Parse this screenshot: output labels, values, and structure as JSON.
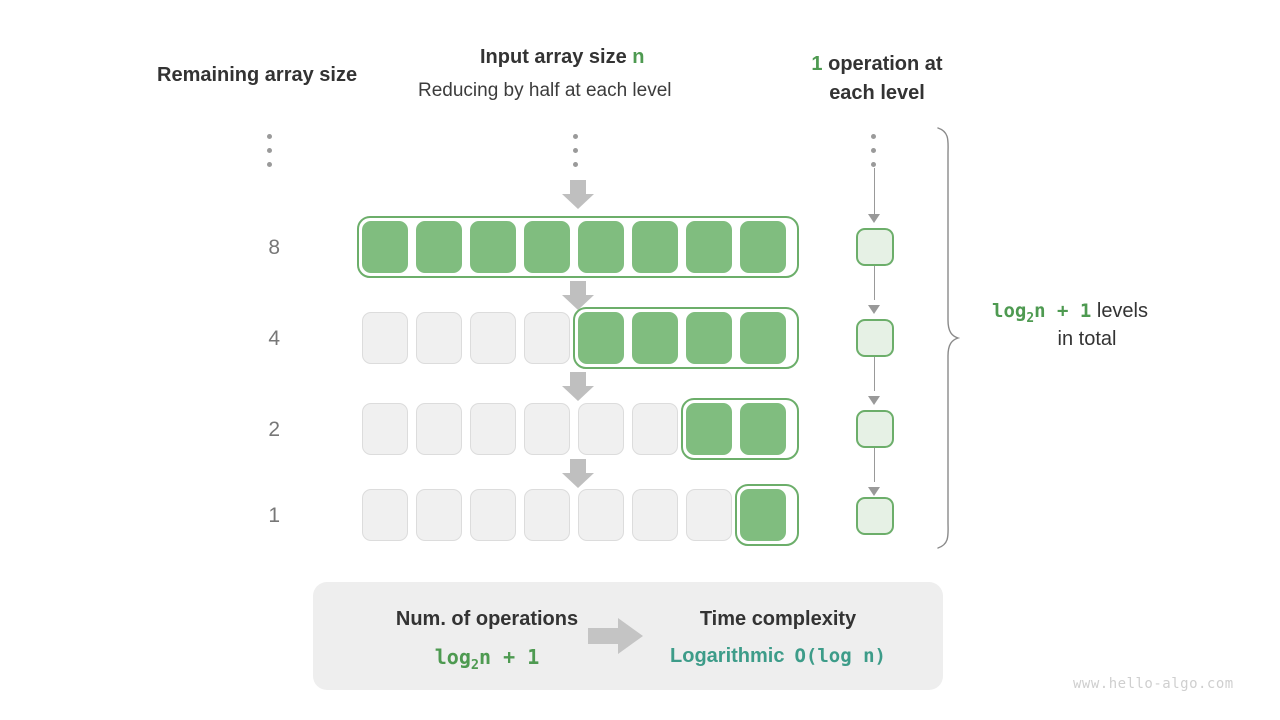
{
  "headers": {
    "remaining": "Remaining array size",
    "input_title_prefix": "Input array size ",
    "input_title_var": "n",
    "input_subtitle": "Reducing by half at each level",
    "ops_count": "1",
    "ops_title_rest": " operation at each level"
  },
  "colors": {
    "green_fill": "#80bd7f",
    "green_border": "#6cae6a",
    "green_text": "#4e9a51",
    "light_green_fill": "#e6f1e5",
    "empty_fill": "#f0f0f0",
    "empty_border": "#dcdcdc",
    "arrow_gray": "#bfbfbf",
    "teal": "#3d9c89",
    "panel_bg": "#eeeeee",
    "label_gray": "#777777"
  },
  "levels_note": {
    "formula": "log₂n + 1",
    "word": " levels",
    "line2": "in total"
  },
  "rows": [
    {
      "label": "8",
      "total_cells": 8,
      "filled": 8,
      "filled_start": 0
    },
    {
      "label": "4",
      "total_cells": 8,
      "filled": 4,
      "filled_start": 4
    },
    {
      "label": "2",
      "total_cells": 8,
      "filled": 2,
      "filled_start": 6
    },
    {
      "label": "1",
      "total_cells": 8,
      "filled": 1,
      "filled_start": 7
    }
  ],
  "operations": [
    {
      "level": "8",
      "count": 1
    },
    {
      "level": "4",
      "count": 1
    },
    {
      "level": "2",
      "count": 1
    },
    {
      "level": "1",
      "count": 1
    }
  ],
  "summary": {
    "left_title": "Num. of operations",
    "left_value": "log₂n + 1",
    "right_title": "Time complexity",
    "right_value_word": "Logarithmic",
    "right_value_bigo": "O(log n)"
  },
  "watermark": "www.hello-algo.com",
  "chart_data": {
    "type": "diagram",
    "title": "Logarithmic time complexity: array halving",
    "levels": [
      {
        "remaining_array_size": 8,
        "operations": 1
      },
      {
        "remaining_array_size": 4,
        "operations": 1
      },
      {
        "remaining_array_size": 2,
        "operations": 1
      },
      {
        "remaining_array_size": 1,
        "operations": 1
      }
    ],
    "total_levels_formula": "log2(n) + 1",
    "total_operations_formula": "log2(n) + 1",
    "complexity_class": "Logarithmic",
    "big_o": "O(log n)"
  }
}
